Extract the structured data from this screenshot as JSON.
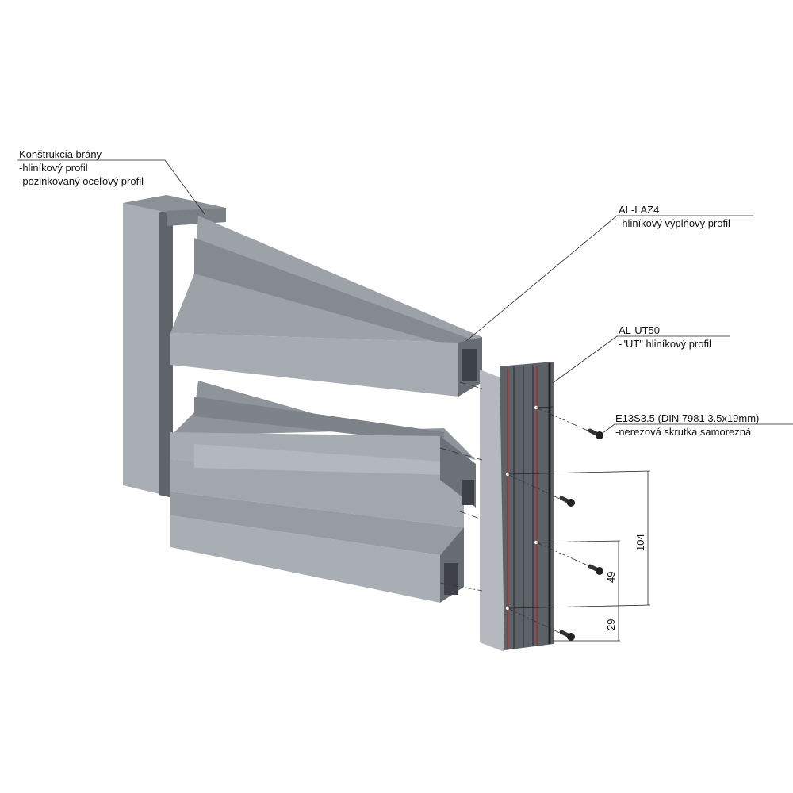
{
  "labels": {
    "gate": {
      "title": "Konštrukcia brány",
      "line1": "-hliníkový profil",
      "line2": "-pozinkovaný oceľový profil"
    },
    "laz4": {
      "title": "AL-LAZ4",
      "line1": "-hliníkový výplňový profil"
    },
    "ut50": {
      "title": "AL-UT50",
      "line1": "-\"UT\" hliníkový profil"
    },
    "screw": {
      "title": "E13S3.5 (DIN 7981 3.5x19mm)",
      "line1": "-nerezová skrutka samorezná"
    }
  },
  "dimensions": {
    "d104": "104",
    "d49": "49",
    "d29": "29"
  },
  "colors": {
    "metal": "#a4a9b0",
    "metal_dark": "#6f747b",
    "profile_dark": "#5d6168",
    "red_line": "#b3261e"
  }
}
